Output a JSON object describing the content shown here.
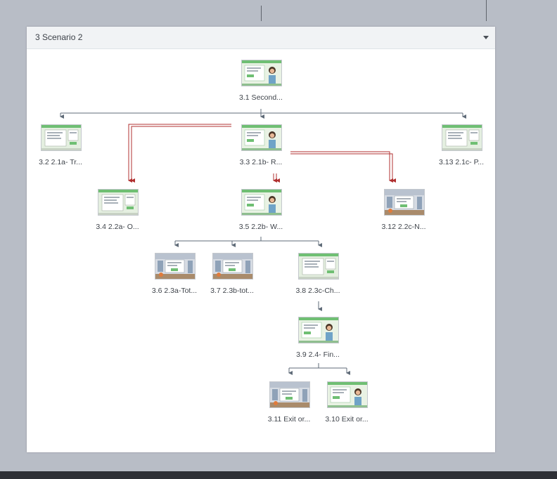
{
  "scene": {
    "title": "3 Scenario 2",
    "slides": [
      {
        "id": "3.1",
        "label": "3.1 Second...",
        "style": "character"
      },
      {
        "id": "3.2",
        "label": "3.2 2.1a- Tr...",
        "style": "dialog"
      },
      {
        "id": "3.3",
        "label": "3.3 2.1b- R...",
        "style": "character"
      },
      {
        "id": "3.13",
        "label": "3.13 2.1c- P...",
        "style": "dialog"
      },
      {
        "id": "3.4",
        "label": "3.4 2.2a- O...",
        "style": "dialog"
      },
      {
        "id": "3.5",
        "label": "3.5 2.2b- W...",
        "style": "character"
      },
      {
        "id": "3.12",
        "label": "3.12 2.2c-N...",
        "style": "office"
      },
      {
        "id": "3.6",
        "label": "3.6 2.3a-Tot...",
        "style": "office"
      },
      {
        "id": "3.7",
        "label": "3.7 2.3b-tot...",
        "style": "office"
      },
      {
        "id": "3.8",
        "label": "3.8 2.3c-Ch...",
        "style": "dialog"
      },
      {
        "id": "3.9",
        "label": "3.9 2.4- Fin...",
        "style": "character"
      },
      {
        "id": "3.11",
        "label": "3.11 Exit or...",
        "style": "office"
      },
      {
        "id": "3.10",
        "label": "3.10 Exit or...",
        "style": "character"
      }
    ]
  },
  "colors": {
    "connector_gray": "#5f6b78",
    "connector_red": "#b03030",
    "slide_green": "#6fbf73"
  }
}
